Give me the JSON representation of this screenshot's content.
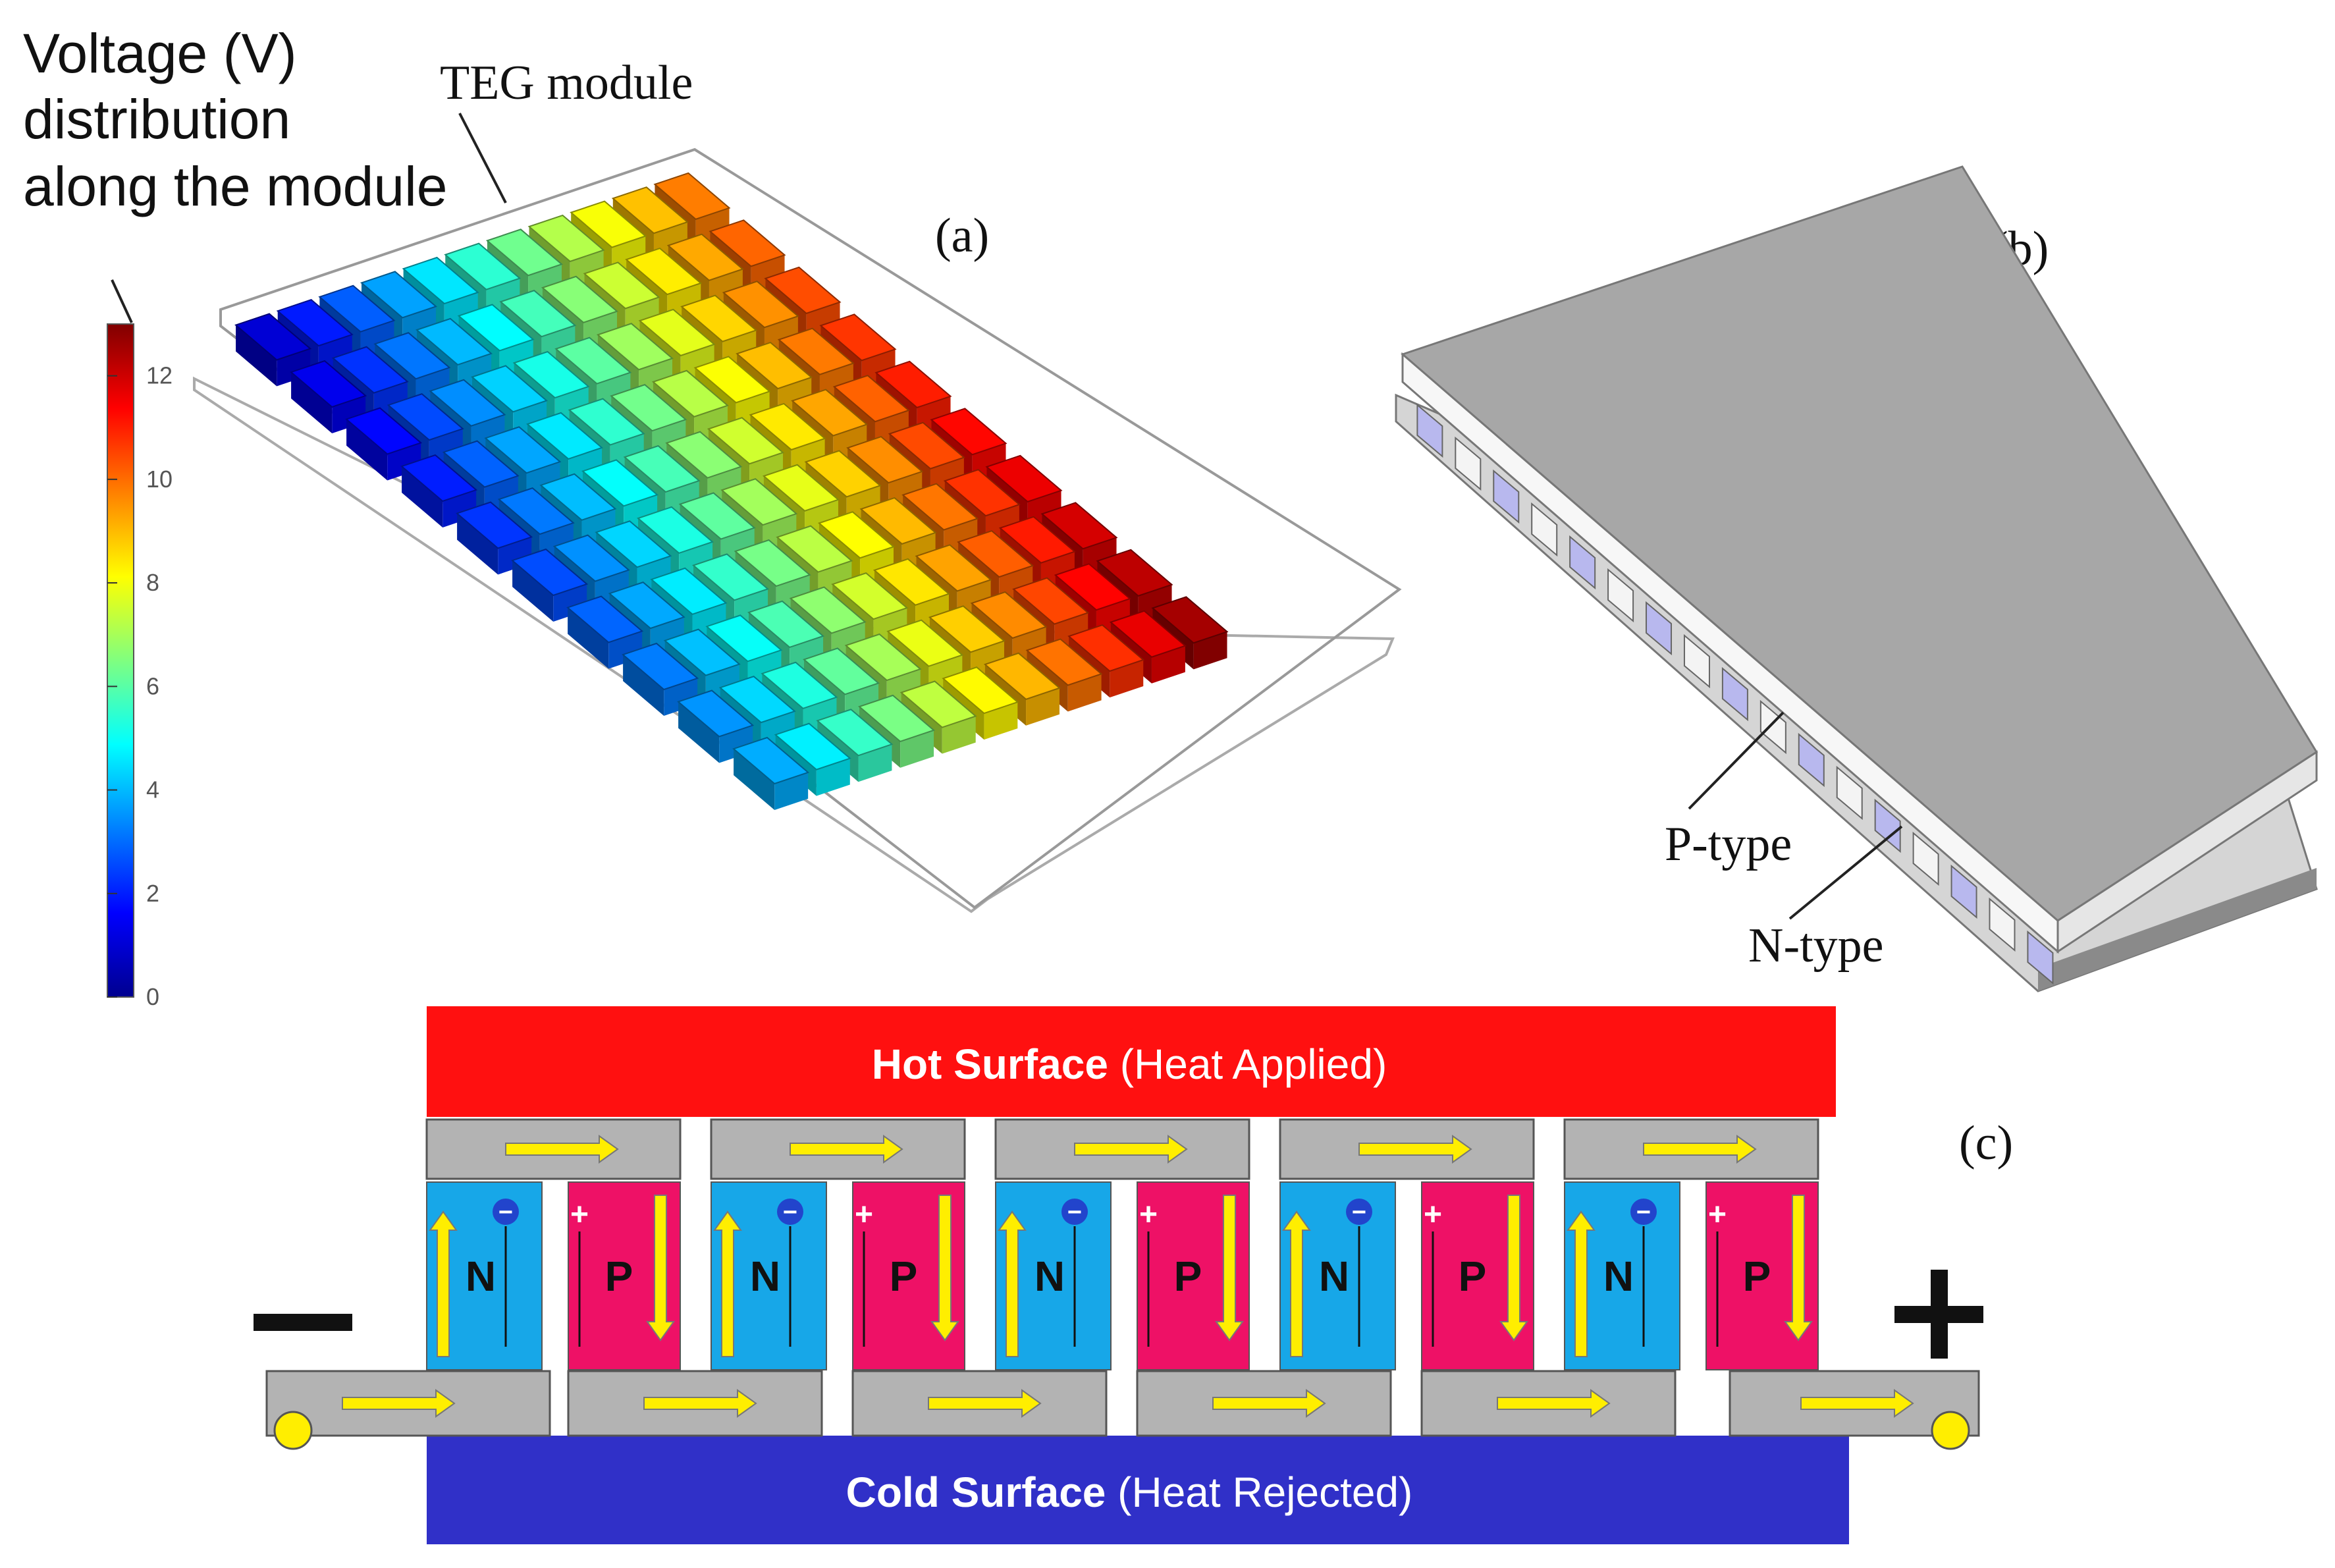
{
  "panel_a": {
    "title_lines": [
      "Voltage (V)",
      "distribution",
      "along the module"
    ],
    "teg_label": "TEG module",
    "panel_label": "(a)",
    "colorbar": {
      "ticks": [
        "12",
        "10",
        "8",
        "6",
        "4",
        "2",
        "0"
      ],
      "min": 0,
      "max": 13
    }
  },
  "panel_b": {
    "panel_label": "(b)",
    "p_type_label": "P-type",
    "n_type_label": "N-type"
  },
  "panel_c": {
    "panel_label": "(c)",
    "hot_bold": "Hot Surface",
    "hot_rest": "(Heat Applied)",
    "cold_bold": "Cold Surface",
    "cold_rest": "(Heat Rejected)",
    "minus": "−",
    "plus": "+",
    "n_label": "N",
    "p_label": "P",
    "n_charge": "−",
    "p_charge": "+",
    "pair_count": 5
  },
  "colors": {
    "hot": "#ff1010",
    "cold": "#3030c8",
    "n_leg": "#17a7e8",
    "p_leg": "#ee1166",
    "conductor": "#b3b3b3",
    "arrow": "#ffee00",
    "plate": "#a6a6a6"
  }
}
